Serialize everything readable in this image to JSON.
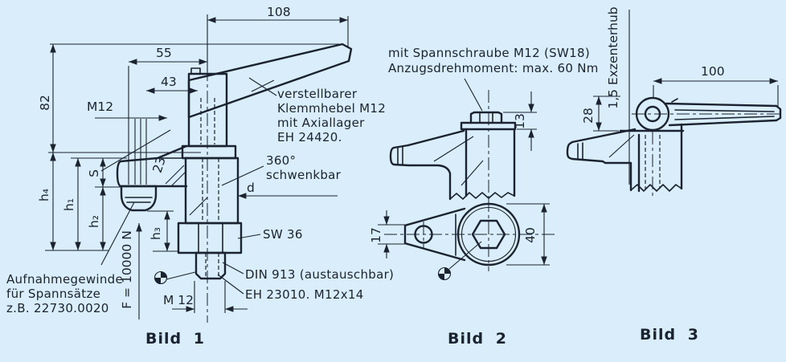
{
  "colors": {
    "background": "#d9eefa",
    "ink": "#1b2230"
  },
  "figure1": {
    "caption": "Bild 1",
    "dimensions": {
      "top_width": "108",
      "mid_width": "55",
      "inner_width": "43",
      "height": "82",
      "thread_top": "M12",
      "slope": "23",
      "arm_thickness": "S",
      "h4": "h₄",
      "h1": "h₁",
      "h2": "h₂",
      "h3": "h₃",
      "body_dia": "d",
      "wrench": "SW 36",
      "thread_bottom": "M 12"
    },
    "annotations": {
      "lever": [
        "verstellbarer",
        "Klemmhebel M12",
        "mit Axiallager",
        "EH 24420."
      ],
      "swivel": [
        "360°",
        "schwenkbar"
      ],
      "set_screw": "DIN 913 (austauschbar)",
      "part_no": "EH 23010.  M12x14",
      "mount_thread": [
        "Aufnahmegewinde",
        "für Spannsätze",
        "z.B. 22730.0020"
      ],
      "force": "F = 10000 N"
    }
  },
  "figure2": {
    "caption": "Bild 2",
    "annotations": {
      "screw_note_1": "mit Spannschraube M12 (SW18)",
      "screw_note_2": "Anzugsdrehmoment: max. 60 Nm"
    },
    "dimensions": {
      "head_height": "13",
      "arm_end": "17",
      "boss_dia": "40"
    }
  },
  "figure3": {
    "caption": "Bild 3",
    "annotations": {
      "eccentric": "1,5 Exzenterhub"
    },
    "dimensions": {
      "lever_length": "100",
      "height": "28"
    }
  }
}
